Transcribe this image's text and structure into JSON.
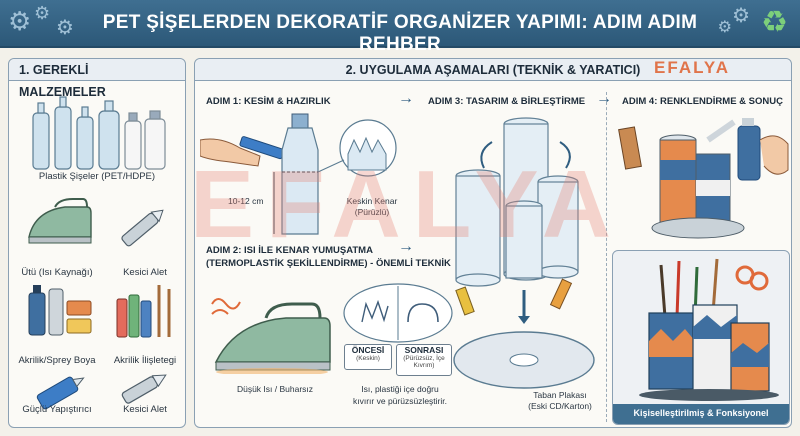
{
  "title": "PET ŞİŞELERDEN DEKORATİF ORGANİZER YAPIMI: ADIM ADIM REHBER",
  "brand": "EFALYA",
  "watermark": "EFALYA",
  "icons": [
    "gear-icon",
    "recycle-icon"
  ],
  "colors": {
    "banner": "#2c5878",
    "accent": "#e0744a",
    "panel_border": "#8aa0b3"
  },
  "materials": {
    "heading": "1. GEREKLİ MALZEMELER",
    "items": {
      "bottles": "Plastik Şişeler (PET/HDPE)",
      "iron": "Ütü (Isı Kaynağı)",
      "cutter": "Kesici Alet",
      "paint": "Akrilik/Sprey Boya",
      "brushes": "Akrilik İlişletegi",
      "glue": "Güçlü Yapıştırıcı",
      "cutter2": "Kesici Alet"
    }
  },
  "stages": {
    "heading": "2. UYGULAMA AŞAMALARI (TEKNİK & YARATICI)",
    "step1": {
      "title": "ADIM 1: KESİM & HAZIRLIK",
      "measure": "10-12 cm",
      "edge": "Keskin Kenar",
      "edge_sub": "(Pürüzlü)"
    },
    "step2": {
      "title_line1": "ADIM 2: ISI İLE KENAR YUMUŞATMA",
      "title_line2": "(TERMOPLASTİK ŞEKİLLENDİRME) - ÖNEMLİ TEKNİK",
      "iron_caption": "Düşük Isı / Buharsız",
      "before_title": "ÖNCESİ",
      "before_sub": "(Keskin)",
      "after_title": "SONRASI",
      "after_sub": "(Pürüzsüz, İçe Kıvrım)",
      "note_line1": "Isı, plastiği içe doğru",
      "note_line2": "kıvırır ve pürüzsüzleştirir."
    },
    "step3": {
      "title": "ADIM 3: TASARIM & BİRLEŞTİRME",
      "base_line1": "Taban Plakası",
      "base_line2": "(Eski CD/Karton)"
    },
    "step4": {
      "title": "ADIM 4: RENKLENDİRME & SONUÇ",
      "result": "Kişiselleştirilmiş & Fonksiyonel"
    }
  }
}
